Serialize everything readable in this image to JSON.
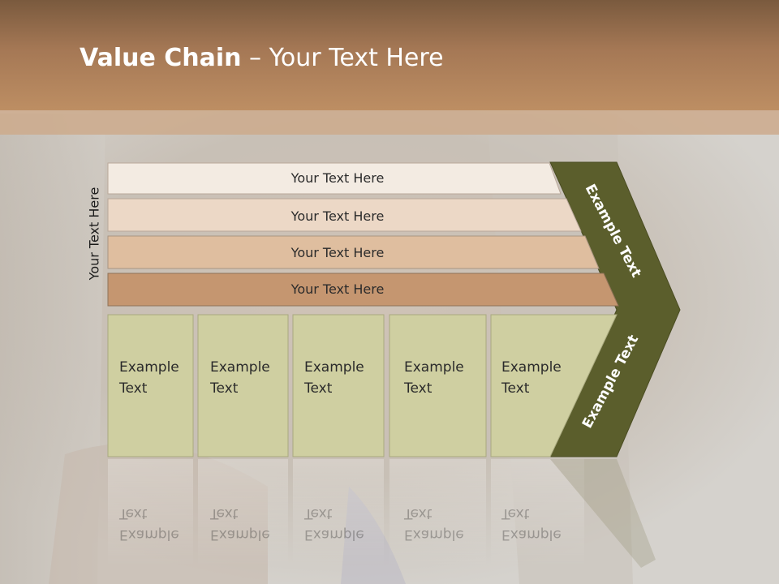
{
  "slide": {
    "title_bold": "Value Chain",
    "title_rest": " – Your Text Here",
    "side_label": "Your Text Here"
  },
  "bars": [
    {
      "label": "Your Text Here",
      "color": "#f3ebe2"
    },
    {
      "label": "Your Text Here",
      "color": "#ecd8c6"
    },
    {
      "label": "Your Text Here",
      "color": "#dfbe9f"
    },
    {
      "label": "Your Text Here",
      "color": "#c59670"
    }
  ],
  "boxes": [
    {
      "line1": "Example",
      "line2": "Text"
    },
    {
      "line1": "Example",
      "line2": "Text"
    },
    {
      "line1": "Example",
      "line2": "Text"
    },
    {
      "line1": "Example",
      "line2": "Text"
    },
    {
      "line1": "Example",
      "line2": "Text"
    }
  ],
  "chevron": {
    "top_label": "Example Text",
    "bottom_label": "Example Text",
    "color": "#5b5e2c"
  },
  "colors": {
    "header": "#a57855",
    "box_fill": "#cfcfa1",
    "box_border": "#a9a97f"
  }
}
